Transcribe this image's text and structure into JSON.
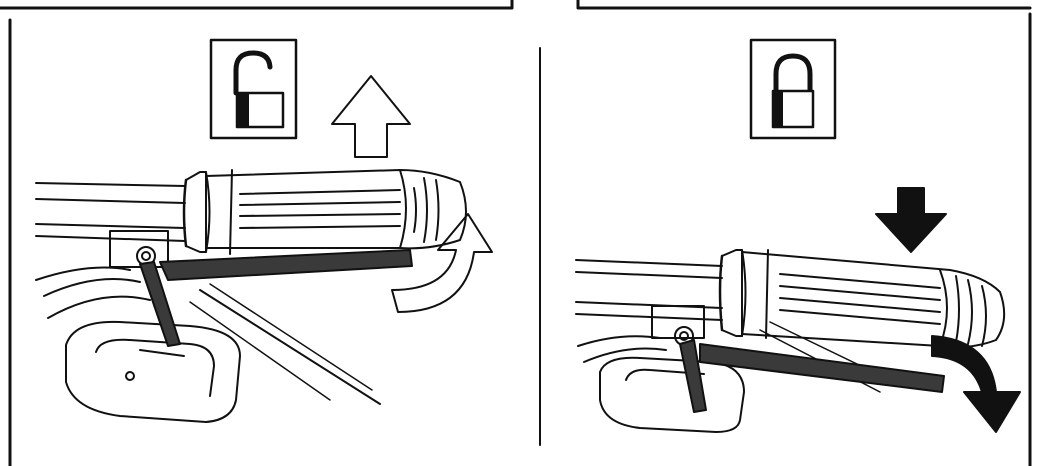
{
  "figure": {
    "panels": [
      {
        "id": "unlock",
        "state_icon": "padlock-open-icon",
        "motion_arrow": "hollow-up-arrow",
        "rotation_arrow": "hollow-curved-arrow"
      },
      {
        "id": "lock",
        "state_icon": "padlock-closed-icon",
        "motion_arrow": "solid-down-arrow",
        "rotation_arrow": "solid-curved-arrow"
      }
    ],
    "colors": {
      "line": "#111111",
      "background": "#ffffff",
      "hex_key_fill": "#3a3a3a"
    }
  }
}
